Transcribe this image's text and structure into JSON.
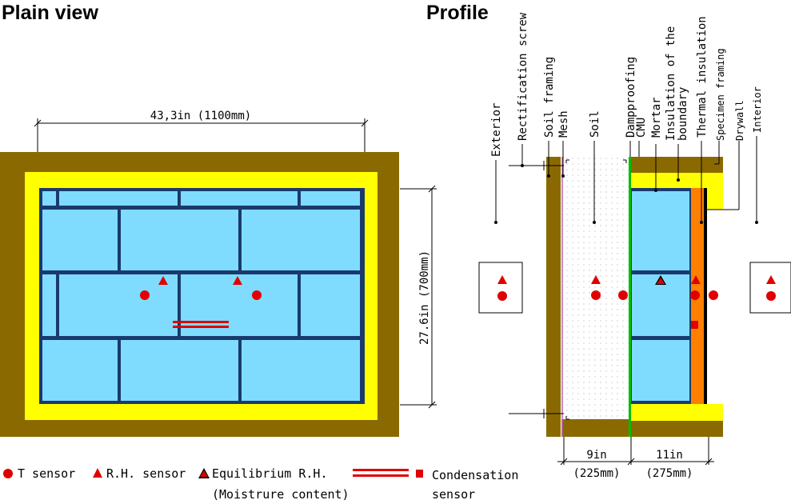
{
  "titles": {
    "plain": "Plain view",
    "profile": "Profile"
  },
  "colors": {
    "frame": "#8a6a00",
    "insulation": "#ffff00",
    "block": "#7fdcff",
    "mortar": "#1a3a6e",
    "sensor": "#e00000",
    "thermal": "#ff8000",
    "soil": "#ffffff",
    "damp": "#00c000"
  },
  "plain": {
    "width_dim": "43,3in (1100mm)",
    "height_dim": "27.6in (700mm)"
  },
  "profile": {
    "labels": [
      {
        "key": "exterior",
        "text": "Exterior"
      },
      {
        "key": "rectification",
        "text": "Rectification screw"
      },
      {
        "key": "soil_framing",
        "text": "Soil framing"
      },
      {
        "key": "mesh",
        "text": "Mesh"
      },
      {
        "key": "soil",
        "text": "Soil"
      },
      {
        "key": "dampproofing",
        "text": "Dampproofing"
      },
      {
        "key": "cmu",
        "text": "CMU"
      },
      {
        "key": "mortar",
        "text": "Mortar"
      },
      {
        "key": "boundary_insulation",
        "text": "Insulation of the boundary"
      },
      {
        "key": "thermal_insulation",
        "text": "Thermal insulation"
      },
      {
        "key": "specimen_framing",
        "text": "Specimen framing"
      },
      {
        "key": "drywall",
        "text": "Drywall"
      },
      {
        "key": "interior",
        "text": "Interior"
      }
    ],
    "dim_soil": "9in",
    "dim_soil_mm": "(225mm)",
    "dim_wall": "11in",
    "dim_wall_mm": "(275mm)"
  },
  "legend": {
    "t_sensor": "T sensor",
    "rh_sensor": "R.H. sensor",
    "eq_rh": "Equilibrium R.H.",
    "eq_rh_sub": "(Moistrure content)",
    "condensation": "Condensation",
    "condensation_sub": "sensor"
  }
}
